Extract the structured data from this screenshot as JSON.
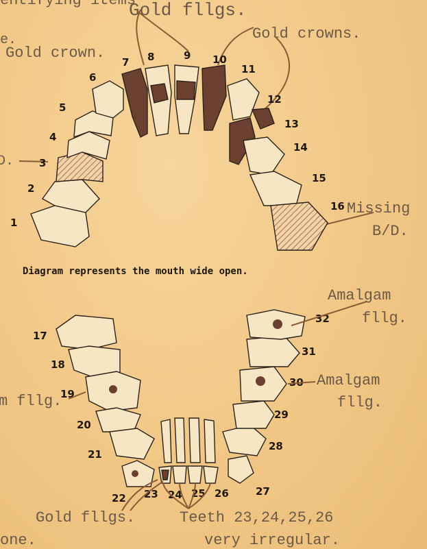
{
  "top_text": {
    "partial_header": "entifying items",
    "gold_fillings_top": "Gold fllgs.",
    "gold_crowns": "Gold crowns.",
    "gold_crown": "Gold crown.",
    "margin_e": "e.",
    "margin_d": "D.",
    "missing_line1": "Missing",
    "missing_line2": "B/D."
  },
  "caption": "Diagram represents the mouth wide open.",
  "bottom_text": {
    "amalgam_32_l1": "Amalgam",
    "amalgam_32_l2": "fllg.",
    "amalgam_30_l1": "Amalgam",
    "amalgam_30_l2": "fllg.",
    "amalgam_19": "m fllg.",
    "gold_fillings_bottom": "Gold fllgs.",
    "teeth_note_l1": "Teeth 23,24,25,26",
    "teeth_note_l2": "very irregular.",
    "one": "one."
  },
  "tooth_numbers": {
    "t1": "1",
    "t2": "2",
    "t3": "3",
    "t4": "4",
    "t5": "5",
    "t6": "6",
    "t7": "7",
    "t8": "8",
    "t9": "9",
    "t10": "10",
    "t11": "11",
    "t12": "12",
    "t13": "13",
    "t14": "14",
    "t15": "15",
    "t16": "16",
    "t17": "17",
    "t18": "18",
    "t19": "19",
    "t20": "20",
    "t21": "21",
    "t22": "22",
    "t23": "23",
    "t24": "24",
    "t25": "25",
    "t26": "26",
    "t27": "27",
    "t28": "28",
    "t29": "29",
    "t30": "30",
    "t31": "31",
    "t32": "32"
  }
}
